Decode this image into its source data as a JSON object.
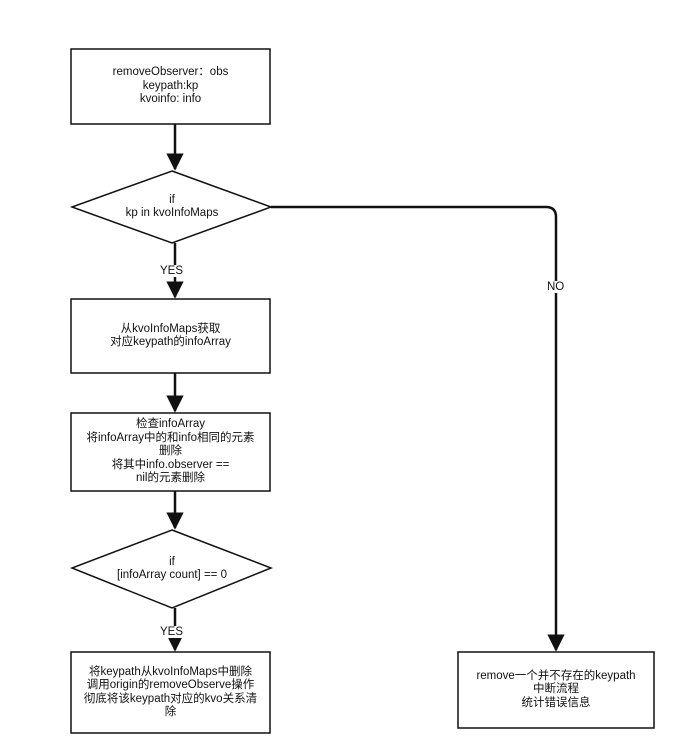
{
  "nodes": {
    "start": "removeObserver：obs\nkeypath:kp\nkvoinfo: info",
    "decision1": "if\nkp in kvoInfoMaps",
    "fetch": "从kvoInfoMaps获取\n对应keypath的infoArray",
    "check": "检查infoArray\n将infoArray中的和info相同的元素\n删除\n将其中info.observer ==\nnil的元素删除",
    "decision2": "if\n[infoArray count] == 0",
    "remove": "将keypath从kvoInfoMaps中删除\n调用origin的removeObserve操作\n彻底将该keypath对应的kvo关系清\n除",
    "error": "remove一个并不存在的keypath\n中断流程\n统计错误信息"
  },
  "edges": {
    "yes1": "YES",
    "no": "NO",
    "yes2": "YES"
  },
  "colors": {
    "stroke": "#111111",
    "fill": "#ffffff"
  }
}
